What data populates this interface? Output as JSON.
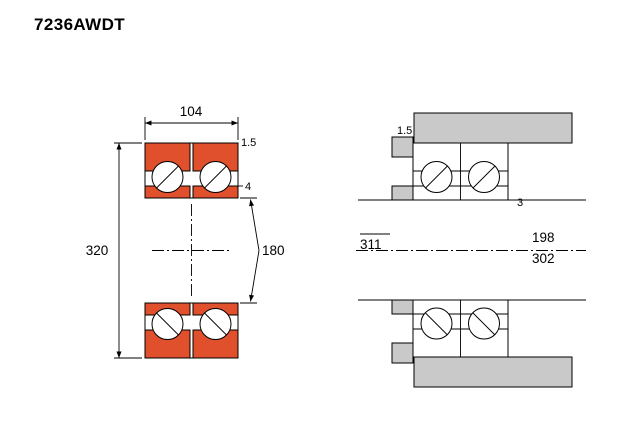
{
  "title": "7236AWDT",
  "colors": {
    "ring": "#e0502d",
    "housing": "#c9c9c9",
    "line": "#000000",
    "background": "#ffffff"
  },
  "cross_section": {
    "dim_width": "104",
    "dim_outer_diameter": "320",
    "dim_bore_diameter": "180",
    "dim_outer_chamfer": "1.5",
    "dim_inner_offset": "4"
  },
  "mounting": {
    "dim_housing_chamfer": "1.5",
    "dim_shaft_chamfer": "3",
    "dim_abutment_diameter": "311",
    "dim_shaft_shoulder_diameter": "198",
    "dim_housing_shoulder_diameter": "302"
  }
}
